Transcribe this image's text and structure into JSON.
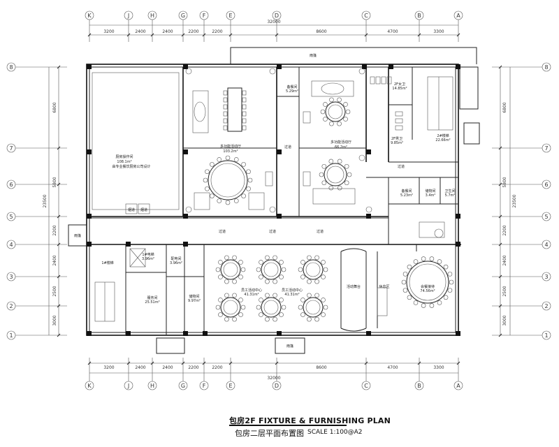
{
  "title": {
    "en": "包房2F FIXTURE & FURNISHING PLAN",
    "cn": "包房二层平面布置图",
    "scale": "SCALE 1:100@A2"
  },
  "grid_columns": [
    "K",
    "J",
    "H",
    "G",
    "F",
    "E",
    "D",
    "C",
    "B",
    "A"
  ],
  "grid_rows": [
    "1",
    "2",
    "3",
    "4",
    "5",
    "6",
    "7",
    "8"
  ],
  "dims_top": [
    "3200",
    "2400",
    "2400",
    "2200",
    "2200",
    "8600",
    "4700",
    "3300"
  ],
  "dims_total": "32000",
  "dims_left": [
    "3000",
    "2500",
    "2400",
    "2200",
    "5800",
    "6800"
  ],
  "dims_left_total": "23500",
  "rooms": {
    "kitchen_name": "厨房操作间",
    "kitchen_area": "108.1m²",
    "kitchen_note": "由专业餐饮厨房公司设计",
    "smoke_1": "烟道",
    "smoke_2": "烟道",
    "hall1_name": "多功能活动厅",
    "hall1_area": "103.2m²",
    "prep1_name": "备餐间",
    "prep1_area": "5.29m²",
    "corridor_v": "过道",
    "hall2_name": "多功能活动厅",
    "hall2_area": "66.2m²",
    "wc_f_name": "2F女卫",
    "wc_f_area": "14.85m²",
    "wc_m_name": "2F男卫",
    "wc_m_area": "9.85m²",
    "stair2_name": "2#楼梯",
    "stair2_area": "22.66m²",
    "corridor_e": "过道",
    "prep2_name": "备餐间",
    "prep2_area": "5.23m²",
    "store1_name": "储物间",
    "store1_area": "3.4m²",
    "toilet_name": "卫生间",
    "toilet_area": "5.7m²",
    "corridor_mid_1": "过道",
    "corridor_mid_2": "过道",
    "corridor_mid_3": "过道",
    "lift_name": "1#电梯",
    "lift_area": "3.96m²",
    "elec_name": "配电间",
    "elec_area": "3.96m²",
    "stair1_name": "1#楼梯",
    "service_name": "服务间",
    "service_area": "25.51m²",
    "store2_name": "储物间",
    "store2_area": "9.97m²",
    "staff1_name": "员工活动中心",
    "staff1_area": "41.31m²",
    "staff2_name": "员工活动中心",
    "staff2_area": "41.31m²",
    "stage_name": "活动舞台",
    "lounge_name": "休息区",
    "banquet_name": "会餐接待",
    "banquet_area": "74.56m²",
    "canopy_top": "雨篷",
    "canopy_left": "雨篷",
    "canopy_bottom": "雨篷"
  }
}
